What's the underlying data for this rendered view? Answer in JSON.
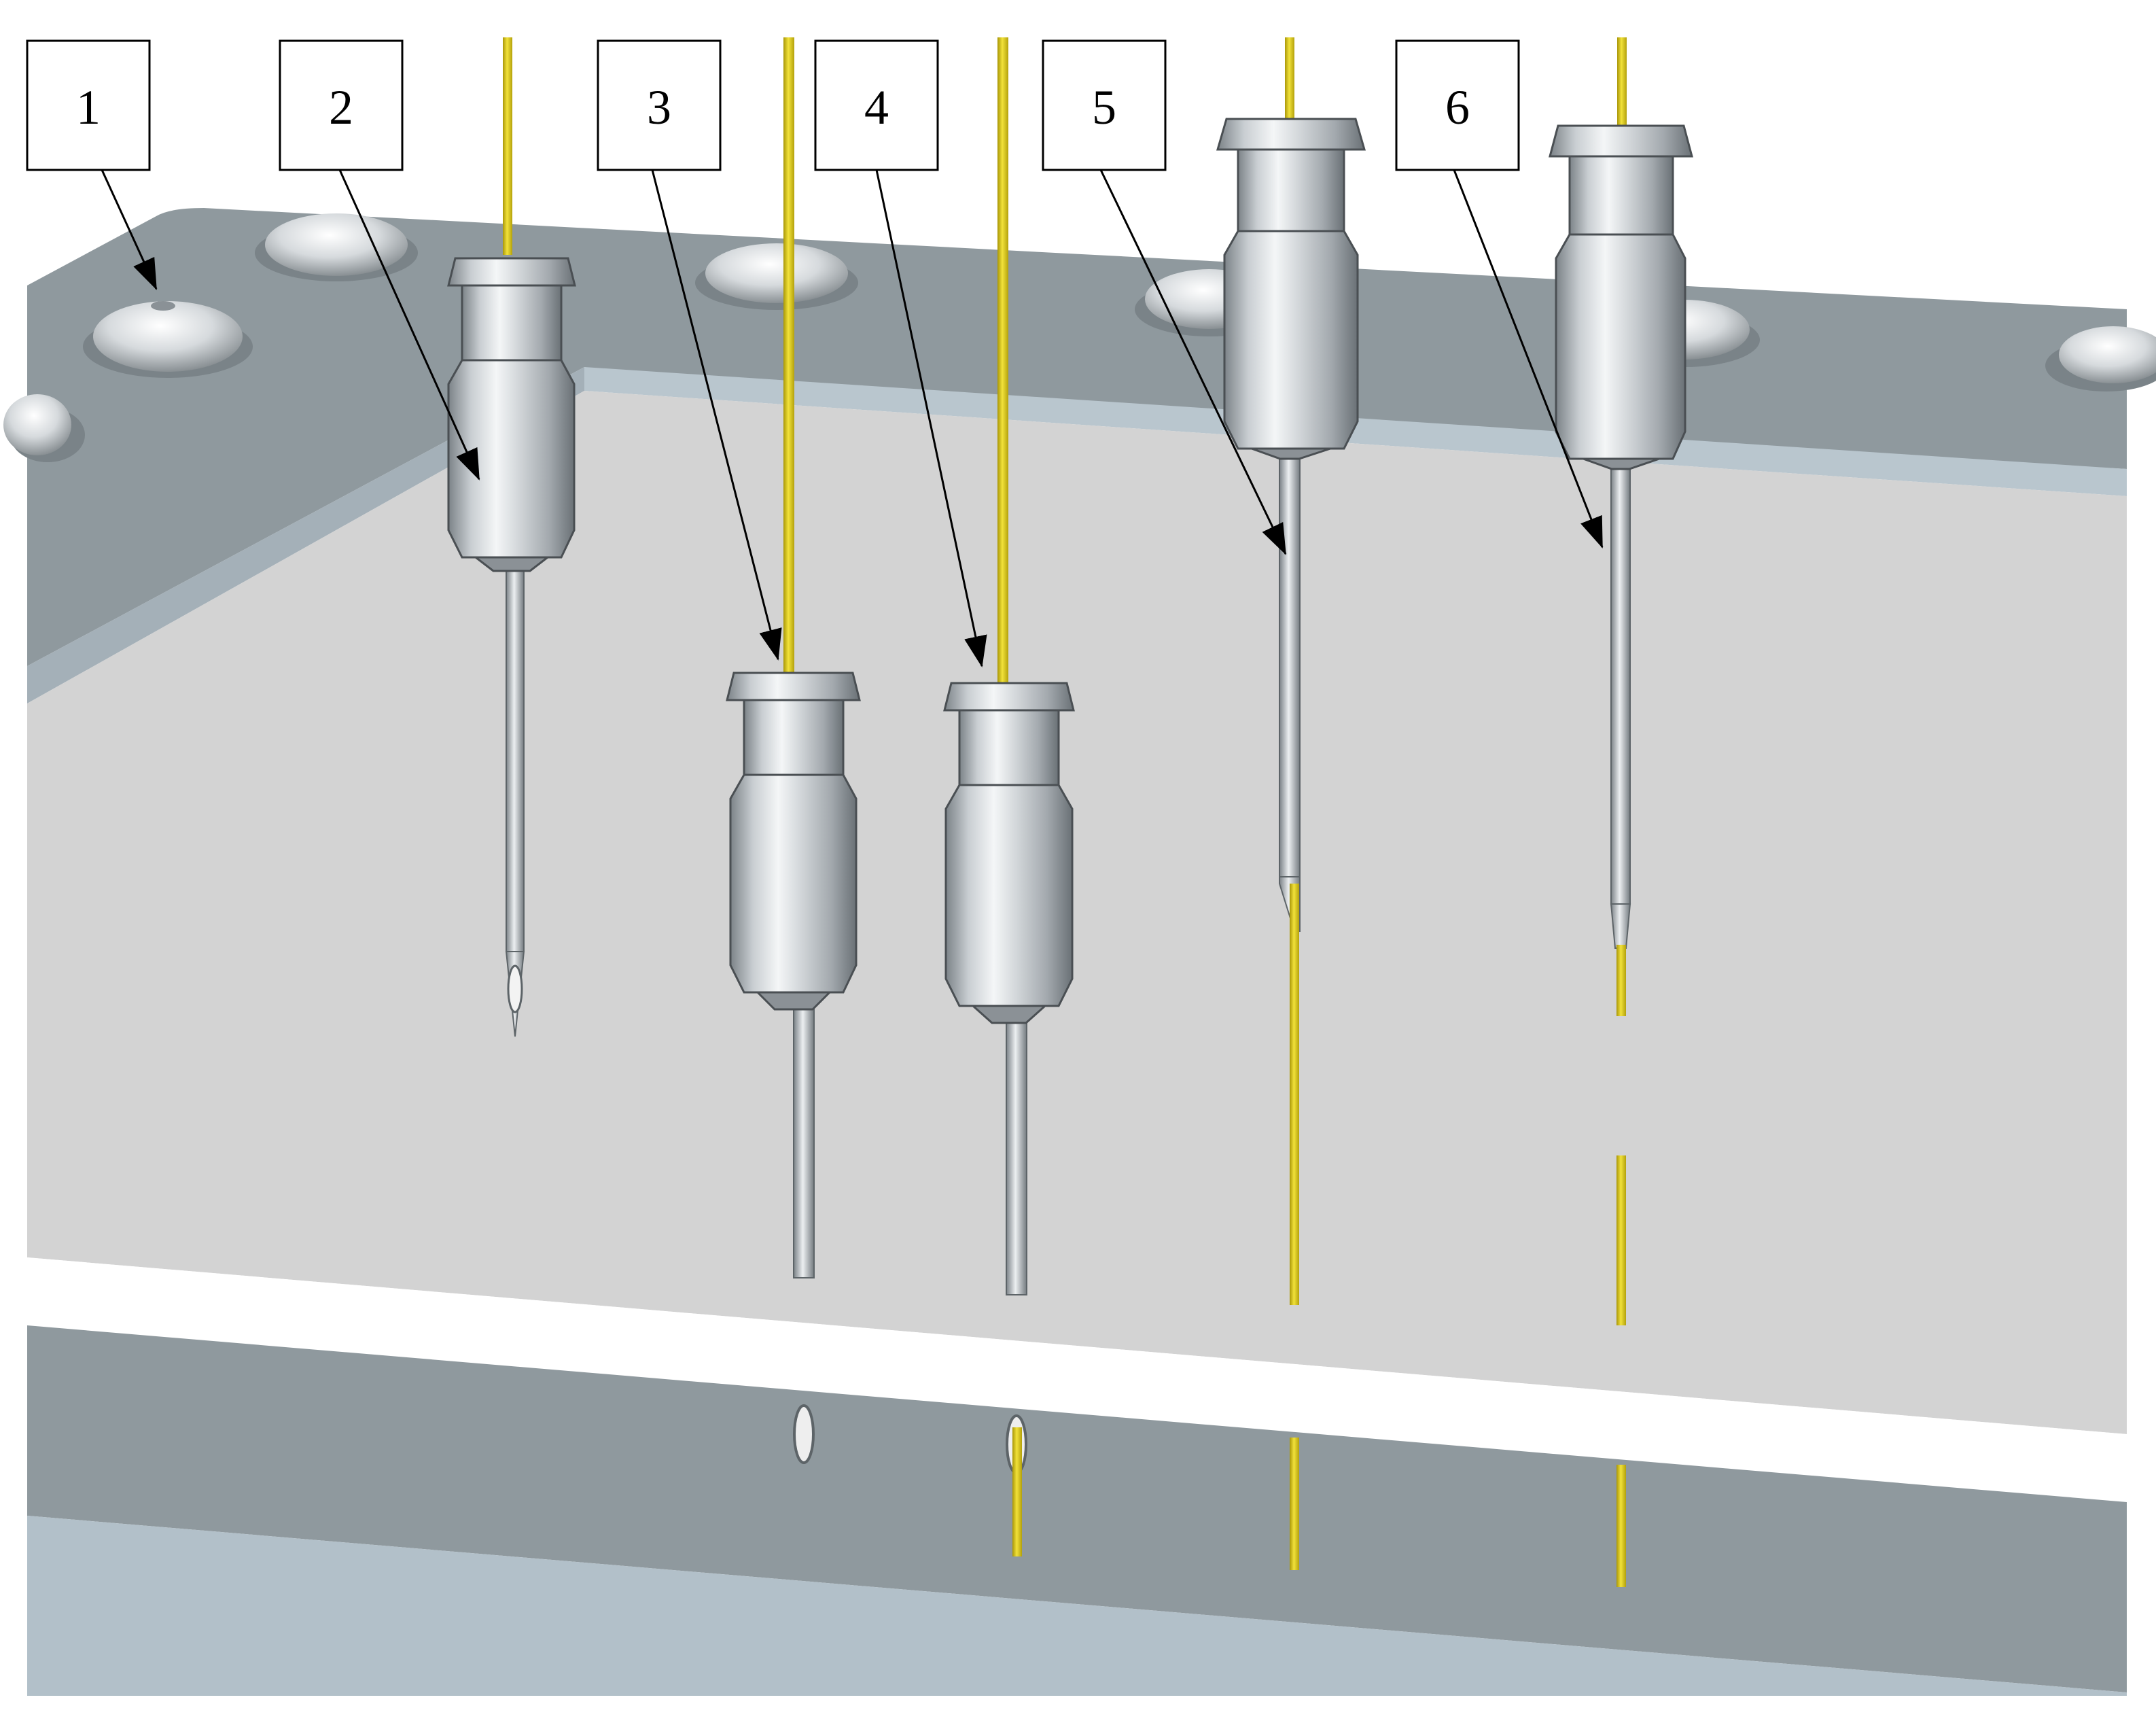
{
  "colors": {
    "plate_top": "#8f999e",
    "plate_edge": "#a7b4bd",
    "plate_far_edge": "#b9c6ce",
    "shelf_surface": "#d3d3d3",
    "bottom_band": "#8f999e",
    "bottom_floor": "#b2c0c9",
    "fiber": "#e6d21e",
    "fiber_dark": "#9e8e08",
    "metal_light": "#eef0f2",
    "metal_mid": "#b9bec3",
    "metal_dark": "#6f767c",
    "outline": "#4a4f53"
  },
  "callouts": [
    {
      "label": "1",
      "target": "screw-head"
    },
    {
      "label": "2",
      "target": "needle-hub-1"
    },
    {
      "label": "3",
      "target": "needle-hub-2"
    },
    {
      "label": "4",
      "target": "needle-hub-3"
    },
    {
      "label": "5",
      "target": "needle-shaft-4"
    },
    {
      "label": "6",
      "target": "needle-shaft-5"
    }
  ],
  "needles": [
    {
      "id": "needle-1",
      "fiber": "none-below",
      "tip": "eye"
    },
    {
      "id": "needle-2",
      "fiber": "enters-hub",
      "tip": "eye-below"
    },
    {
      "id": "needle-3",
      "fiber": "enters-hub",
      "tip": "fiber-through"
    },
    {
      "id": "needle-4",
      "fiber": "through-shaft",
      "tip": "fiber-exit"
    },
    {
      "id": "needle-5",
      "fiber": "through-shaft",
      "tip": "fiber-dashed"
    }
  ]
}
